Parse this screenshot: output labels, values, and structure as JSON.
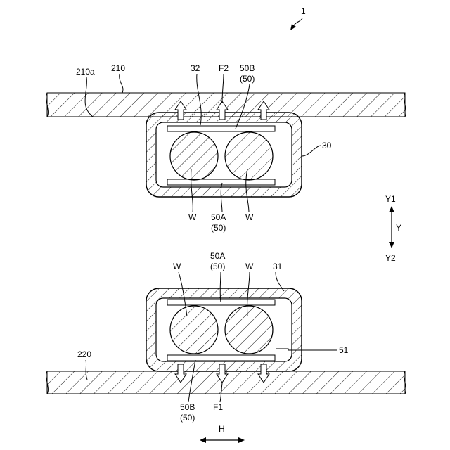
{
  "labels": {
    "ref_1": "1",
    "ref_210a": "210a",
    "ref_210": "210",
    "ref_32": "32",
    "ref_F2": "F2",
    "ref_50B_top": "50B",
    "ref_50_top_paren": "(50)",
    "ref_30": "30",
    "ref_W_upper_left": "W",
    "ref_W_upper_right": "W",
    "ref_50A_upper": "50A",
    "ref_50_upper_paren": "(50)",
    "ref_Y1": "Y1",
    "ref_Y": "Y",
    "ref_Y2": "Y2",
    "ref_50A_lower": "50A",
    "ref_50_lower_paren": "(50)",
    "ref_W_lower_left": "W",
    "ref_W_lower_right": "W",
    "ref_31": "31",
    "ref_220": "220",
    "ref_51": "51",
    "ref_50B_bottom": "50B",
    "ref_50_bottom_paren": "(50)",
    "ref_F1": "F1",
    "ref_H": "H"
  },
  "colors": {
    "line": "#000000",
    "hatch": "#000000",
    "background": "#ffffff"
  }
}
